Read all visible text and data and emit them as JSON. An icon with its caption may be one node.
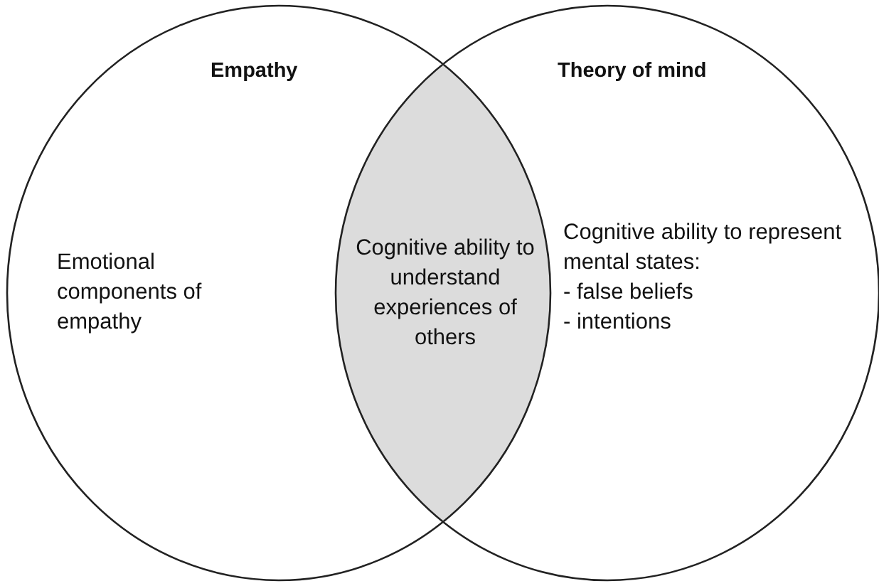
{
  "diagram": {
    "nodes": [
      {
        "text": [
          "Empathy",
          "Emotional components of empathy"
        ]
      },
      {
        "text": [
          "Theory of mind",
          "Cognitive ability to represent mental states: - false beliefs - intentions"
        ]
      },
      {
        "text": [
          "Cognitive ability to understand experiences of others"
        ]
      }
    ]
  }
}
